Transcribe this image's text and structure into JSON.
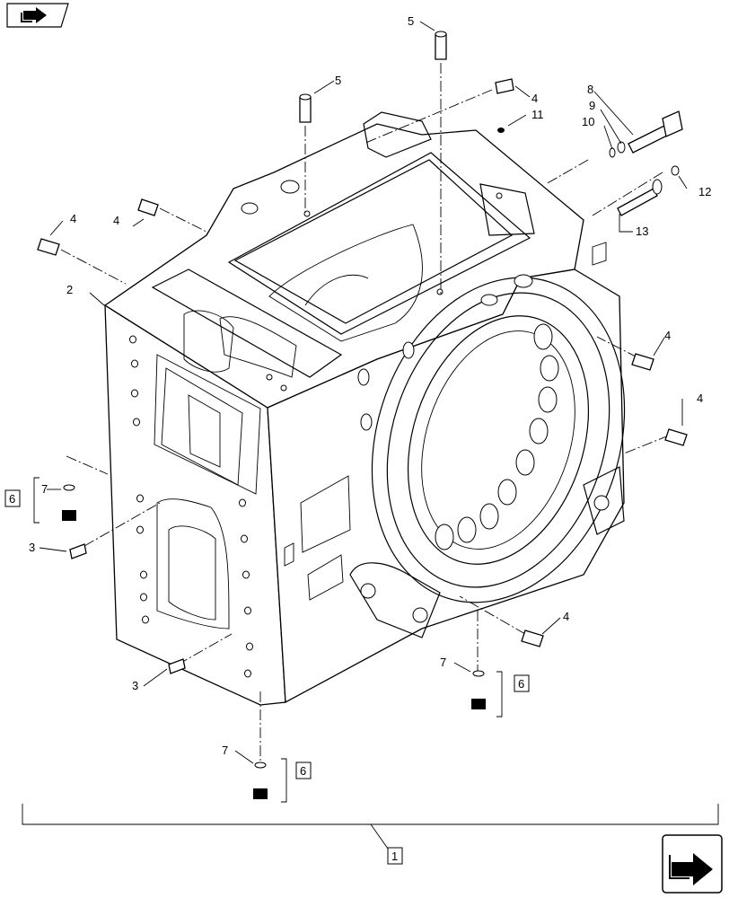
{
  "callouts": {
    "c1": "1",
    "c2": "2",
    "c3a": "3",
    "c3b": "3",
    "c4a": "4",
    "c4b": "4",
    "c4c": "4",
    "c4d": "4",
    "c4e": "4",
    "c4f": "4",
    "c5a": "5",
    "c5b": "5",
    "c6a": "6",
    "c6b": "6",
    "c6c": "6",
    "c7a": "7",
    "c7b": "7",
    "c7c": "7",
    "c8": "8",
    "c9": "9",
    "c10": "10",
    "c11": "11",
    "c12": "12",
    "c13": "13"
  },
  "icons": {
    "top_left": "book-arrow-icon",
    "bottom_right": "next-page-arrow-icon"
  }
}
